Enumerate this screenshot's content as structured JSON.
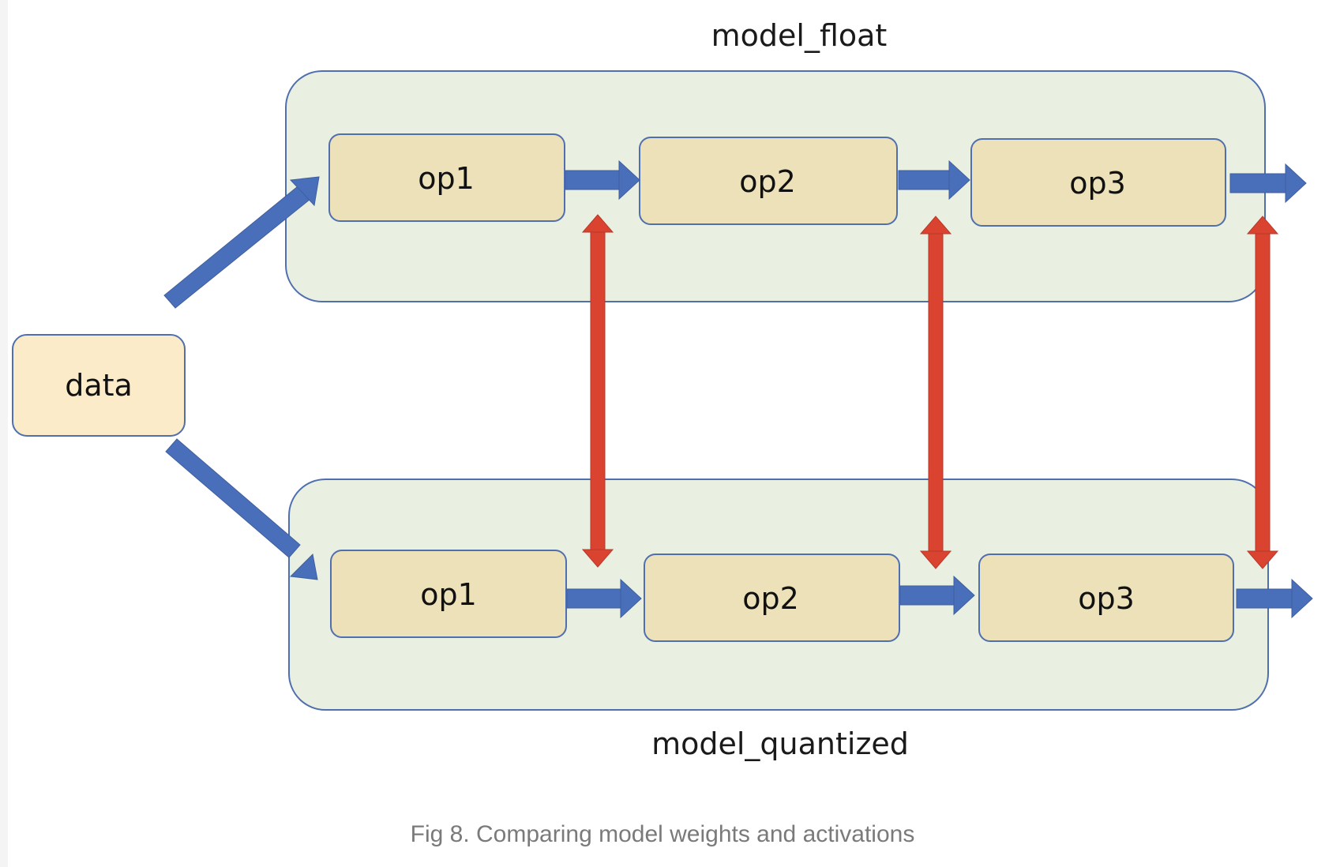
{
  "diagram": {
    "input_label": "data",
    "top_model": {
      "title": "model_float",
      "ops": [
        "op1",
        "op2",
        "op3"
      ]
    },
    "bottom_model": {
      "title": "model_quantized",
      "ops": [
        "op1",
        "op2",
        "op3"
      ]
    },
    "colors": {
      "flow_arrow": "#4a6fba",
      "compare_arrow": "#d9432f",
      "container_fill": "#e9efe1",
      "container_stroke": "#4f6fae",
      "op_fill": "#ece1b8",
      "data_fill": "#fcebc8"
    }
  },
  "caption": "Fig 8. Comparing model weights and activations"
}
